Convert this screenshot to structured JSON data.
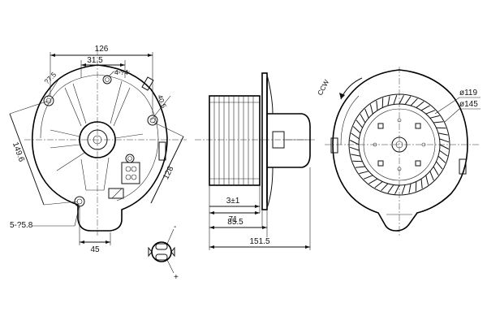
{
  "dimensions": {
    "d126": "126",
    "d31_5": "31.5",
    "d4x4": "4-?4",
    "d7_5": "?7.5",
    "d40_5": "40.5",
    "d149_6": "149.6",
    "d128": "128",
    "d5x5_8": "5-?5.8",
    "d45": "45",
    "d3pm1": "3±1",
    "d71": "71",
    "d85_5": "85.5",
    "d151_5": "151.5",
    "dia119": "ø119",
    "dia145": "ø145"
  },
  "labels": {
    "ccw": "CCW",
    "minus": "-",
    "plus": "+"
  }
}
